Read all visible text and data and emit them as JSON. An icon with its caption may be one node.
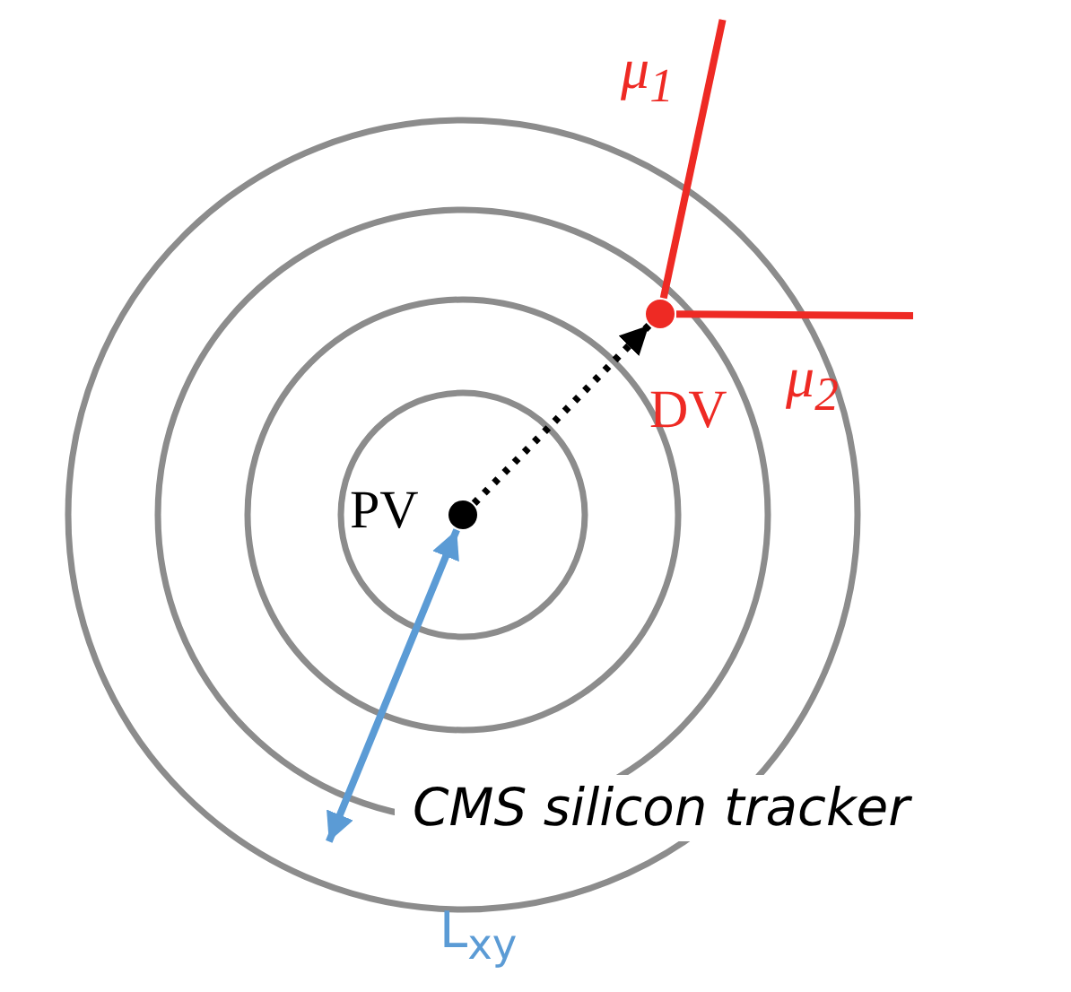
{
  "diagram": {
    "nodes": [
      {
        "text": [],
        "shape": "circle",
        "beside": [
          "PV"
        ]
      },
      {
        "text": [],
        "shape": "circle",
        "beside": [
          "DV"
        ]
      }
    ],
    "edges": [
      {
        "from": 0,
        "to": 1,
        "arrow": "to",
        "style": "dashed",
        "color": "#000000"
      },
      {
        "from": 1,
        "to": null,
        "arrow": "none",
        "label": "μ$_{1}$",
        "color": "#ee2a24"
      },
      {
        "from": 1,
        "to": null,
        "arrow": "none",
        "label": "μ$_{2}$",
        "color": "#ee2a24"
      },
      {
        "from": 0,
        "to": null,
        "arrow": "both",
        "label": "L$_{xy}$",
        "color": "#5b9bd5"
      }
    ],
    "labels": [
      "CMS silicon tracker"
    ]
  }
}
